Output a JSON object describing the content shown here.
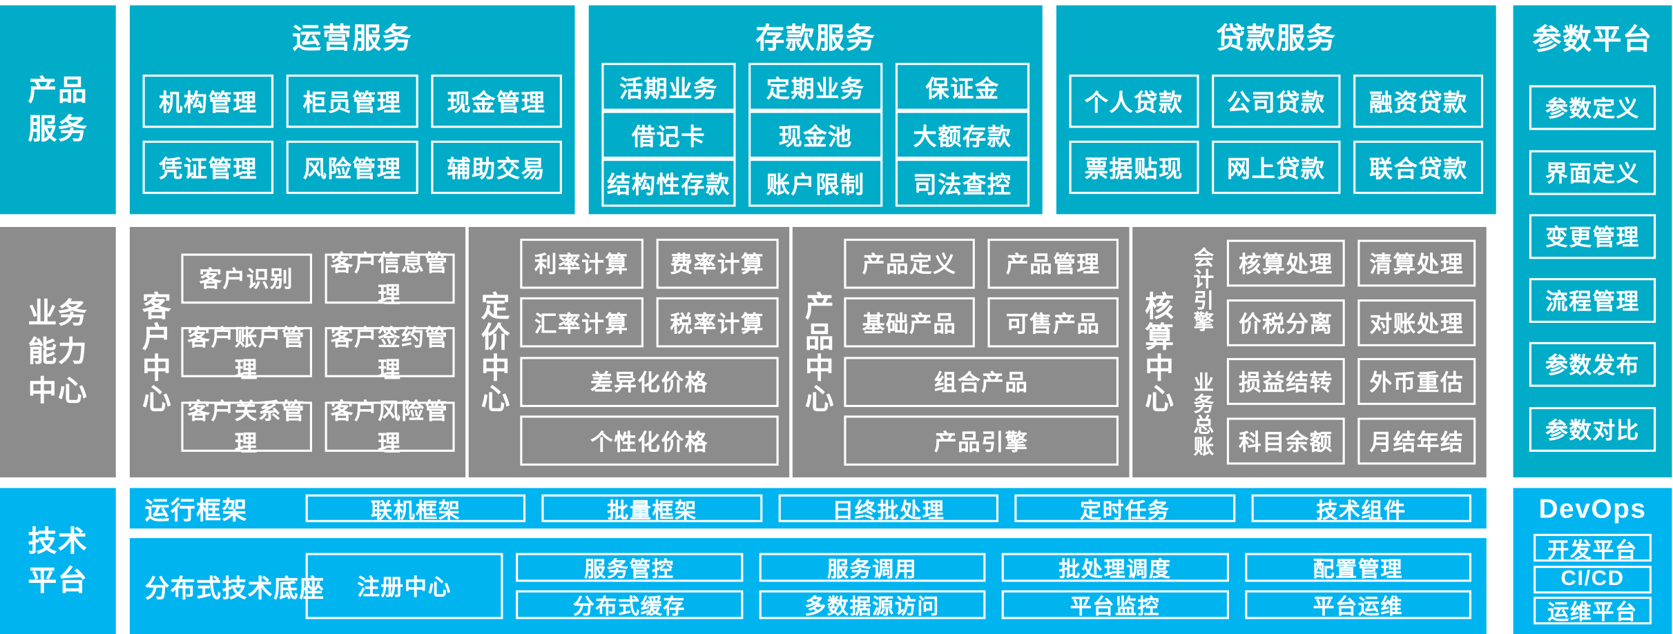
{
  "colors": {
    "product_layer": "#00acc8",
    "capability_layer": "#8c8c8c",
    "tech_layer": "#00b4f0",
    "border": "#ffffff"
  },
  "layers": {
    "product": {
      "label_line1": "产品",
      "label_line2": "服务"
    },
    "capability": {
      "label_line1": "业务",
      "label_line2": "能力",
      "label_line3": "中心"
    },
    "tech": {
      "label_line1": "技术",
      "label_line2": "平台"
    }
  },
  "product_services": {
    "operation": {
      "title": "运营服务",
      "rows": [
        [
          "机构管理",
          "柜员管理",
          "现金管理"
        ],
        [
          "凭证管理",
          "风险管理",
          "辅助交易"
        ]
      ]
    },
    "deposit": {
      "title": "存款服务",
      "rows": [
        [
          "活期业务",
          "定期业务",
          "保证金"
        ],
        [
          "借记卡",
          "现金池",
          "大额存款"
        ],
        [
          "结构性存款",
          "账户限制",
          "司法查控"
        ]
      ]
    },
    "loan": {
      "title": "贷款服务",
      "rows": [
        [
          "个人贷款",
          "公司贷款",
          "融资贷款"
        ],
        [
          "票据贴现",
          "网上贷款",
          "联合贷款"
        ]
      ]
    }
  },
  "parameter_platform": {
    "title": "参数平台",
    "items": [
      "参数定义",
      "界面定义",
      "变更管理",
      "流程管理",
      "参数发布",
      "参数对比"
    ]
  },
  "capability_centers": {
    "customer": {
      "label": "客户中心",
      "rows": [
        [
          "客户识别",
          "客户信息管理"
        ],
        [
          "客户账户管理",
          "客户签约管理"
        ],
        [
          "客户关系管理",
          "客户风险管理"
        ]
      ]
    },
    "pricing": {
      "label": "定价中心",
      "rows": [
        [
          "利率计算",
          "费率计算"
        ],
        [
          "汇率计算",
          "税率计算"
        ],
        [
          "差异化价格"
        ],
        [
          "个性化价格"
        ]
      ]
    },
    "product": {
      "label": "产品中心",
      "rows": [
        [
          "产品定义",
          "产品管理"
        ],
        [
          "基础产品",
          "可售产品"
        ],
        [
          "组合产品"
        ],
        [
          "产品引擎"
        ]
      ]
    },
    "accounting": {
      "label": "核算中心",
      "sub_labels": [
        "会计引擎",
        "业务总账"
      ],
      "engine_rows": [
        [
          "核算处理",
          "清算处理"
        ],
        [
          "价税分离",
          "对账处理"
        ]
      ],
      "ledger_rows": [
        [
          "损益结转",
          "外币重估"
        ],
        [
          "科目余额",
          "月结年结"
        ]
      ]
    }
  },
  "tech_platform": {
    "runtime": {
      "label": "运行框架",
      "items": [
        "联机框架",
        "批量框架",
        "日终批处理",
        "定时任务",
        "技术组件"
      ]
    },
    "base": {
      "label": "分布式技术底座",
      "registry": "注册中心",
      "columns": [
        [
          "服务管控",
          "分布式缓存"
        ],
        [
          "服务调用",
          "多数据源访问"
        ],
        [
          "批处理调度",
          "平台监控"
        ],
        [
          "配置管理",
          "平台运维"
        ]
      ]
    }
  },
  "devops": {
    "title": "DevOps",
    "items": [
      "开发平台",
      "CI/CD",
      "运维平台"
    ]
  }
}
